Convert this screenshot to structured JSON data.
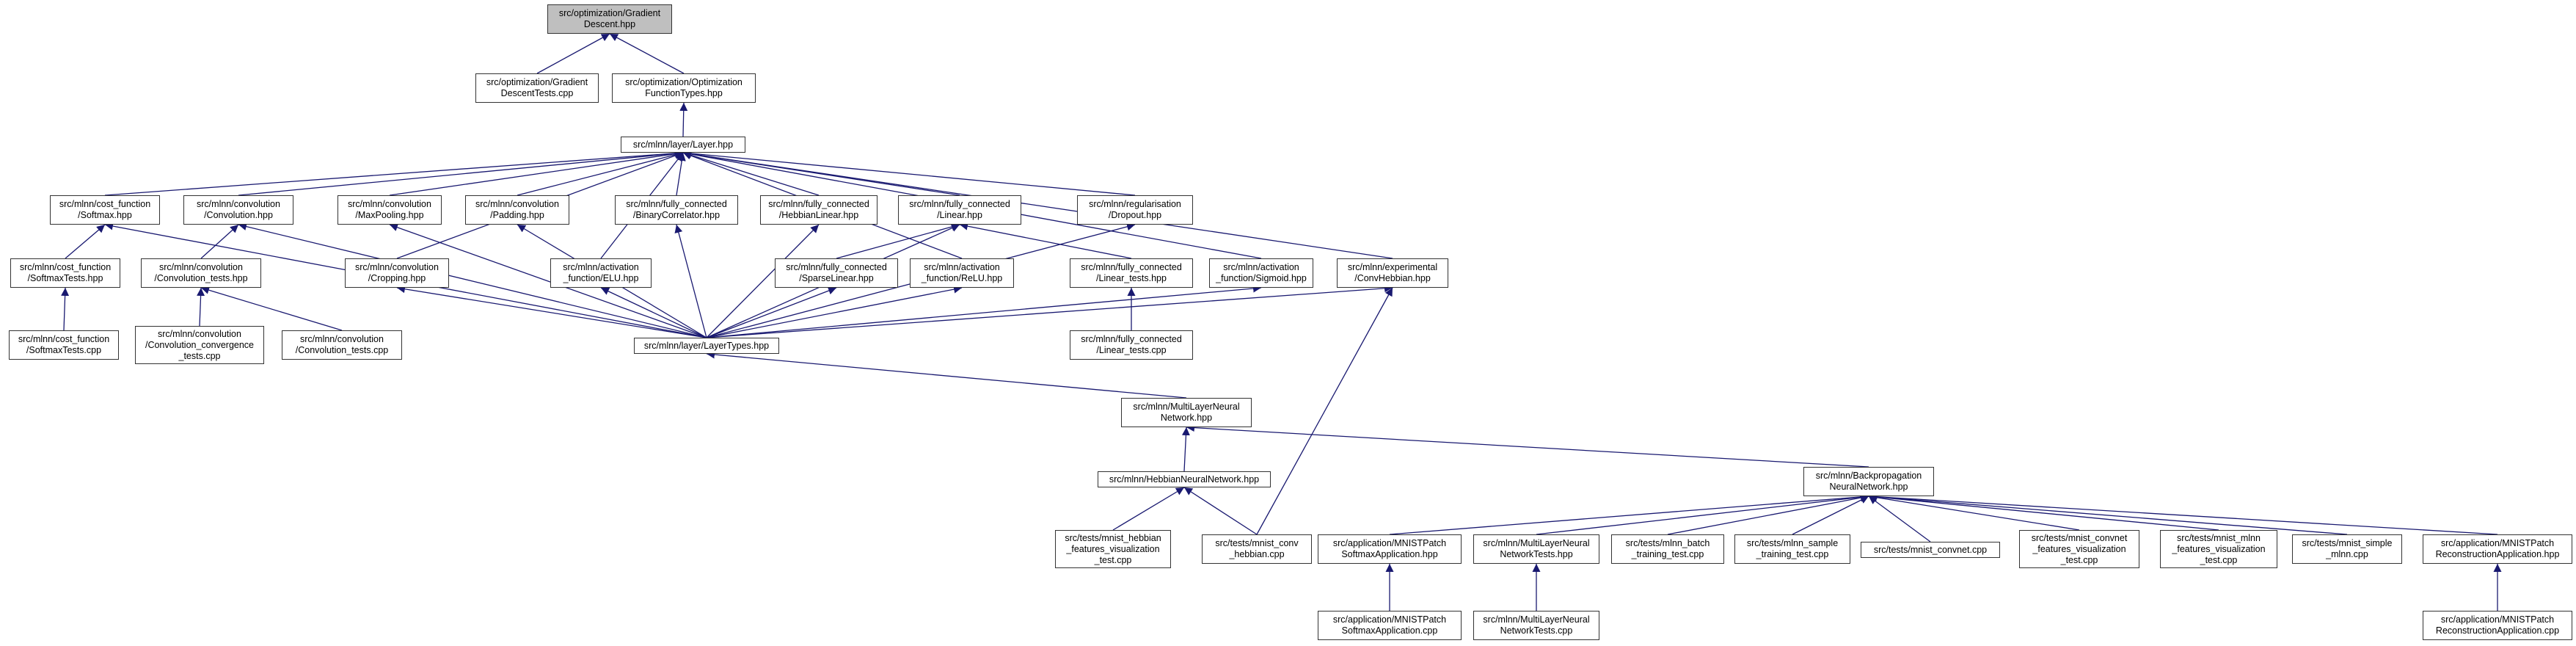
{
  "graph": {
    "nodes": [
      {
        "id": "gd",
        "label": "src/optimization/Gradient\nDescent.hpp",
        "root": true
      },
      {
        "id": "gdt",
        "label": "src/optimization/Gradient\nDescentTests.cpp"
      },
      {
        "id": "oft",
        "label": "src/optimization/Optimization\nFunctionTypes.hpp"
      },
      {
        "id": "layer",
        "label": "src/mlnn/layer/Layer.hpp"
      },
      {
        "id": "softmax",
        "label": "src/mlnn/cost_function\n/Softmax.hpp"
      },
      {
        "id": "conv",
        "label": "src/mlnn/convolution\n/Convolution.hpp"
      },
      {
        "id": "maxpool",
        "label": "src/mlnn/convolution\n/MaxPooling.hpp"
      },
      {
        "id": "padding",
        "label": "src/mlnn/convolution\n/Padding.hpp"
      },
      {
        "id": "bincorr",
        "label": "src/mlnn/fully_connected\n/BinaryCorrelator.hpp"
      },
      {
        "id": "hebblin",
        "label": "src/mlnn/fully_connected\n/HebbianLinear.hpp"
      },
      {
        "id": "linear",
        "label": "src/mlnn/fully_connected\n/Linear.hpp"
      },
      {
        "id": "dropout",
        "label": "src/mlnn/regularisation\n/Dropout.hpp"
      },
      {
        "id": "softmaxtests",
        "label": "src/mlnn/cost_function\n/SoftmaxTests.hpp"
      },
      {
        "id": "convtests",
        "label": "src/mlnn/convolution\n/Convolution_tests.hpp"
      },
      {
        "id": "cropping",
        "label": "src/mlnn/convolution\n/Cropping.hpp"
      },
      {
        "id": "elu",
        "label": "src/mlnn/activation\n_function/ELU.hpp"
      },
      {
        "id": "sparselin",
        "label": "src/mlnn/fully_connected\n/SparseLinear.hpp"
      },
      {
        "id": "relu",
        "label": "src/mlnn/activation\n_function/ReLU.hpp"
      },
      {
        "id": "lineartests",
        "label": "src/mlnn/fully_connected\n/Linear_tests.hpp"
      },
      {
        "id": "sigmoid",
        "label": "src/mlnn/activation\n_function/Sigmoid.hpp"
      },
      {
        "id": "convhebb",
        "label": "src/mlnn/experimental\n/ConvHebbian.hpp"
      },
      {
        "id": "softmaxtestscpp",
        "label": "src/mlnn/cost_function\n/SoftmaxTests.cpp"
      },
      {
        "id": "convconv",
        "label": "src/mlnn/convolution\n/Convolution_convergence\n_tests.cpp"
      },
      {
        "id": "convtestscpp",
        "label": "src/mlnn/convolution\n/Convolution_tests.cpp"
      },
      {
        "id": "layertypes",
        "label": "src/mlnn/layer/LayerTypes.hpp"
      },
      {
        "id": "lineartestscpp",
        "label": "src/mlnn/fully_connected\n/Linear_tests.cpp"
      },
      {
        "id": "mlnnet",
        "label": "src/mlnn/MultiLayerNeural\nNetwork.hpp"
      },
      {
        "id": "bpnn",
        "label": "src/mlnn/Backpropagation\nNeuralNetwork.hpp"
      },
      {
        "id": "hebbnn",
        "label": "src/mlnn/HebbianNeuralNetwork.hpp"
      },
      {
        "id": "mnisthebbvis",
        "label": "src/tests/mnist_hebbian\n_features_visualization\n_test.cpp"
      },
      {
        "id": "mnistconvhebb",
        "label": "src/tests/mnist_conv\n_hebbian.cpp"
      },
      {
        "id": "appsoftmax",
        "label": "src/application/MNISTPatch\nSoftmaxApplication.hpp"
      },
      {
        "id": "mlnntests",
        "label": "src/mlnn/MultiLayerNeural\nNetworkTests.hpp"
      },
      {
        "id": "mlnnbatch",
        "label": "src/tests/mlnn_batch\n_training_test.cpp"
      },
      {
        "id": "mlnnsample",
        "label": "src/tests/mlnn_sample\n_training_test.cpp"
      },
      {
        "id": "mnistconvnet",
        "label": "src/tests/mnist_convnet.cpp"
      },
      {
        "id": "mnistconvnetvis",
        "label": "src/tests/mnist_convnet\n_features_visualization\n_test.cpp"
      },
      {
        "id": "mnistmlnnvis",
        "label": "src/tests/mnist_mlnn\n_features_visualization\n_test.cpp"
      },
      {
        "id": "mnistsimple",
        "label": "src/tests/mnist_simple\n_mlnn.cpp"
      },
      {
        "id": "apprecon",
        "label": "src/application/MNISTPatch\nReconstructionApplication.hpp"
      },
      {
        "id": "appsoftmaxcpp",
        "label": "src/application/MNISTPatch\nSoftmaxApplication.cpp"
      },
      {
        "id": "mlnntestscpp",
        "label": "src/mlnn/MultiLayerNeural\nNetworkTests.cpp"
      },
      {
        "id": "appreconcpp",
        "label": "src/application/MNISTPatch\nReconstructionApplication.cpp"
      }
    ],
    "edges": [
      [
        "gdt",
        "gd"
      ],
      [
        "oft",
        "gd"
      ],
      [
        "layer",
        "oft"
      ],
      [
        "softmax",
        "layer"
      ],
      [
        "conv",
        "layer"
      ],
      [
        "maxpool",
        "layer"
      ],
      [
        "padding",
        "layer"
      ],
      [
        "bincorr",
        "layer"
      ],
      [
        "hebblin",
        "layer"
      ],
      [
        "linear",
        "layer"
      ],
      [
        "dropout",
        "layer"
      ],
      [
        "cropping",
        "layer"
      ],
      [
        "elu",
        "layer"
      ],
      [
        "relu",
        "layer"
      ],
      [
        "sigmoid",
        "layer"
      ],
      [
        "convhebb",
        "layer"
      ],
      [
        "softmaxtests",
        "softmax"
      ],
      [
        "softmaxtestscpp",
        "softmaxtests"
      ],
      [
        "convtests",
        "conv"
      ],
      [
        "convconv",
        "convtests"
      ],
      [
        "convtestscpp",
        "convtests"
      ],
      [
        "sparselin",
        "linear"
      ],
      [
        "lineartests",
        "linear"
      ],
      [
        "lineartestscpp",
        "lineartests"
      ],
      [
        "layertypes",
        "softmax"
      ],
      [
        "layertypes",
        "conv"
      ],
      [
        "layertypes",
        "maxpool"
      ],
      [
        "layertypes",
        "padding"
      ],
      [
        "layertypes",
        "bincorr"
      ],
      [
        "layertypes",
        "hebblin"
      ],
      [
        "layertypes",
        "linear"
      ],
      [
        "layertypes",
        "dropout"
      ],
      [
        "layertypes",
        "cropping"
      ],
      [
        "layertypes",
        "elu"
      ],
      [
        "layertypes",
        "sparselin"
      ],
      [
        "layertypes",
        "relu"
      ],
      [
        "layertypes",
        "sigmoid"
      ],
      [
        "layertypes",
        "convhebb"
      ],
      [
        "mlnnet",
        "layertypes"
      ],
      [
        "hebbnn",
        "mlnnet"
      ],
      [
        "bpnn",
        "mlnnet"
      ],
      [
        "mnisthebbvis",
        "hebbnn"
      ],
      [
        "mnistconvhebb",
        "hebbnn"
      ],
      [
        "mnistconvhebb",
        "convhebb"
      ],
      [
        "appsoftmax",
        "bpnn"
      ],
      [
        "mlnntests",
        "bpnn"
      ],
      [
        "mlnnbatch",
        "bpnn"
      ],
      [
        "mlnnsample",
        "bpnn"
      ],
      [
        "mnistconvnet",
        "bpnn"
      ],
      [
        "mnistconvnetvis",
        "bpnn"
      ],
      [
        "mnistmlnnvis",
        "bpnn"
      ],
      [
        "mnistsimple",
        "bpnn"
      ],
      [
        "apprecon",
        "bpnn"
      ],
      [
        "appsoftmaxcpp",
        "appsoftmax"
      ],
      [
        "mlnntestscpp",
        "mlnntests"
      ],
      [
        "appreconcpp",
        "apprecon"
      ]
    ]
  }
}
